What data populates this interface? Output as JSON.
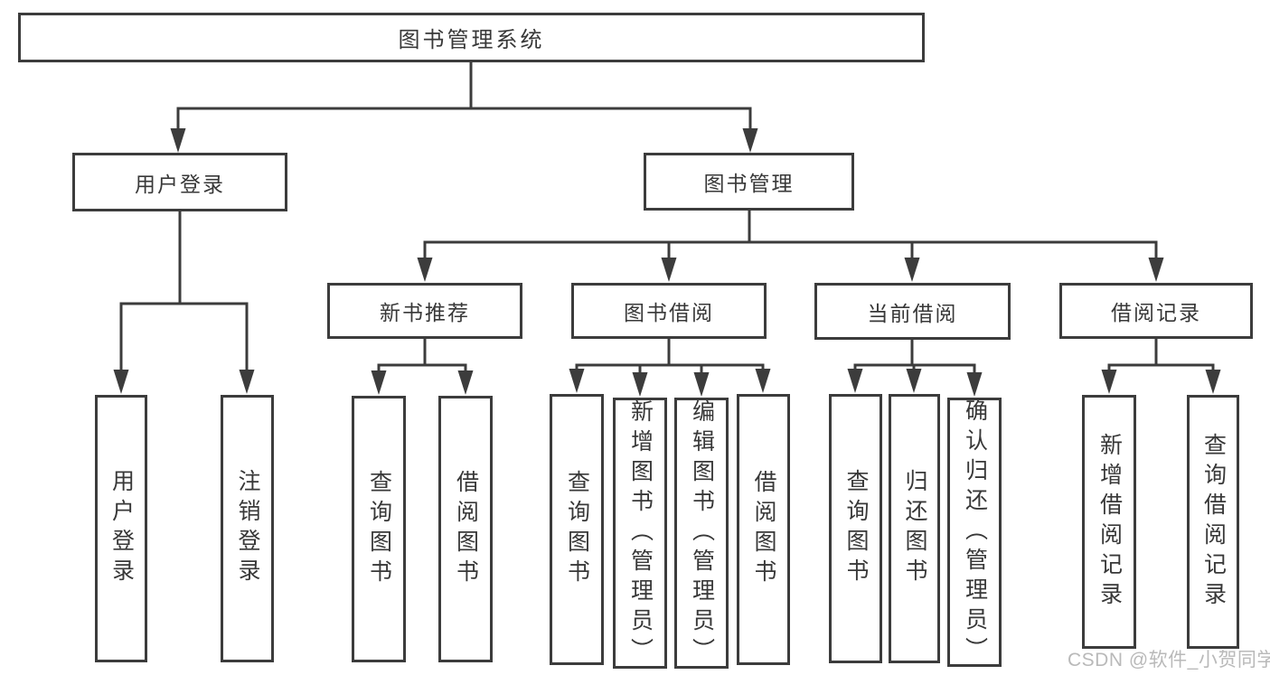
{
  "tree": {
    "root": {
      "label": "图书管理系统",
      "children": [
        {
          "label": "用户登录",
          "children": [
            {
              "label": "用户登录"
            },
            {
              "label": "注销登录"
            }
          ]
        },
        {
          "label": "图书管理",
          "children": [
            {
              "label": "新书推荐",
              "children": [
                {
                  "label": "查询图书"
                },
                {
                  "label": "借阅图书"
                }
              ]
            },
            {
              "label": "图书借阅",
              "children": [
                {
                  "label": "查询图书"
                },
                {
                  "label": "新增图书（管理员）"
                },
                {
                  "label": "编辑图书（管理员）"
                },
                {
                  "label": "借阅图书"
                }
              ]
            },
            {
              "label": "当前借阅",
              "children": [
                {
                  "label": "查询图书"
                },
                {
                  "label": "归还图书"
                },
                {
                  "label": "确认归还（管理员）"
                }
              ]
            },
            {
              "label": "借阅记录",
              "children": [
                {
                  "label": "新增借阅记录"
                },
                {
                  "label": "查询借阅记录"
                }
              ]
            }
          ]
        }
      ]
    }
  },
  "watermark": {
    "text": "CSDN @软件_小贺同学"
  },
  "colors": {
    "line": "#3c3c3c",
    "text": "#383838",
    "watermark": "#b9b9b9",
    "background": "#ffffff"
  }
}
